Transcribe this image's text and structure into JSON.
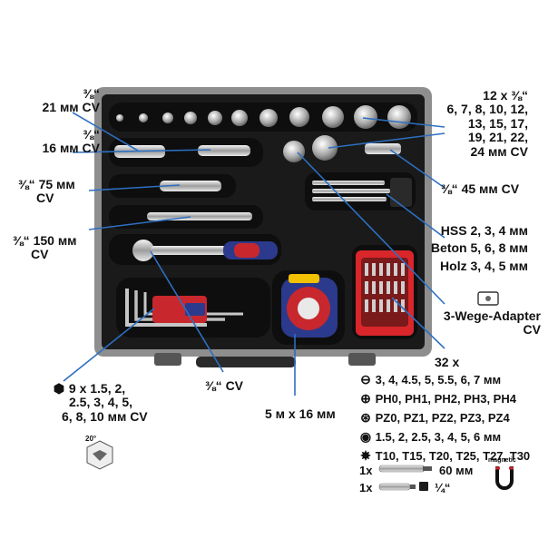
{
  "labels": {
    "ext_21": {
      "l1": "⅜“",
      "l2": "21 мм CV"
    },
    "ext_16": {
      "l1": "⅜“",
      "l2": "16 мм CV"
    },
    "bar_75": {
      "l1": "⅜“ 75 мм",
      "l2": "CV"
    },
    "bar_150": {
      "l1": "⅜“ 150 мм",
      "l2": "CV"
    },
    "sockets": {
      "l1": "12 x ⅜“",
      "l2": "6, 7, 8, 10, 12,",
      "l3": "13, 15, 17,",
      "l4": "19, 21, 22,",
      "l5": "24 мм CV"
    },
    "joint_45": {
      "l1": "⅜“ 45 мм CV"
    },
    "drills": {
      "l1": "HSS 2, 3, 4 мм",
      "l2": "Beton 5, 6, 8 мм",
      "l3": "Holz 3, 4, 5 мм"
    },
    "adapter": {
      "l1": "3-Wege-Adapter",
      "l2": "CV"
    },
    "ratchet": {
      "l1": "⅜“ CV"
    },
    "tape": {
      "l1": "5 м x 16 мм"
    },
    "hex": {
      "l1": "9 x 1.5, 2,",
      "l2": "2.5, 3, 4, 5,",
      "l3": "6, 8, 10 мм CV",
      "badge": "20°"
    },
    "bits": {
      "count": "32 x",
      "rows": [
        {
          "icon": "slot-icon",
          "text": "3, 4, 4.5, 5, 5.5, 6, 7 мм"
        },
        {
          "icon": "phillips-icon",
          "text": "PH0, PH1, PH2, PH3, PH4"
        },
        {
          "icon": "pozi-icon",
          "text": "PZ0, PZ1, PZ2, PZ3, PZ4"
        },
        {
          "icon": "hex-bit-icon",
          "text": "1.5, 2, 2.5, 3, 4, 5, 6 мм"
        },
        {
          "icon": "torx-icon",
          "text": "T10, T15, T20, T25, T27, T30"
        }
      ],
      "holder1": {
        "qty": "1x",
        "size": "60 мм",
        "badge": "magnetic"
      },
      "holder2": {
        "qty": "1x",
        "size": "¼“"
      }
    }
  },
  "colors": {
    "case": "#1c1c1c",
    "frame": "#9a9a9a",
    "chrome": "#d9d9d9",
    "handle_red": "#c8282d",
    "handle_blue": "#2b3a8c",
    "leader": "#2d6fc1"
  }
}
